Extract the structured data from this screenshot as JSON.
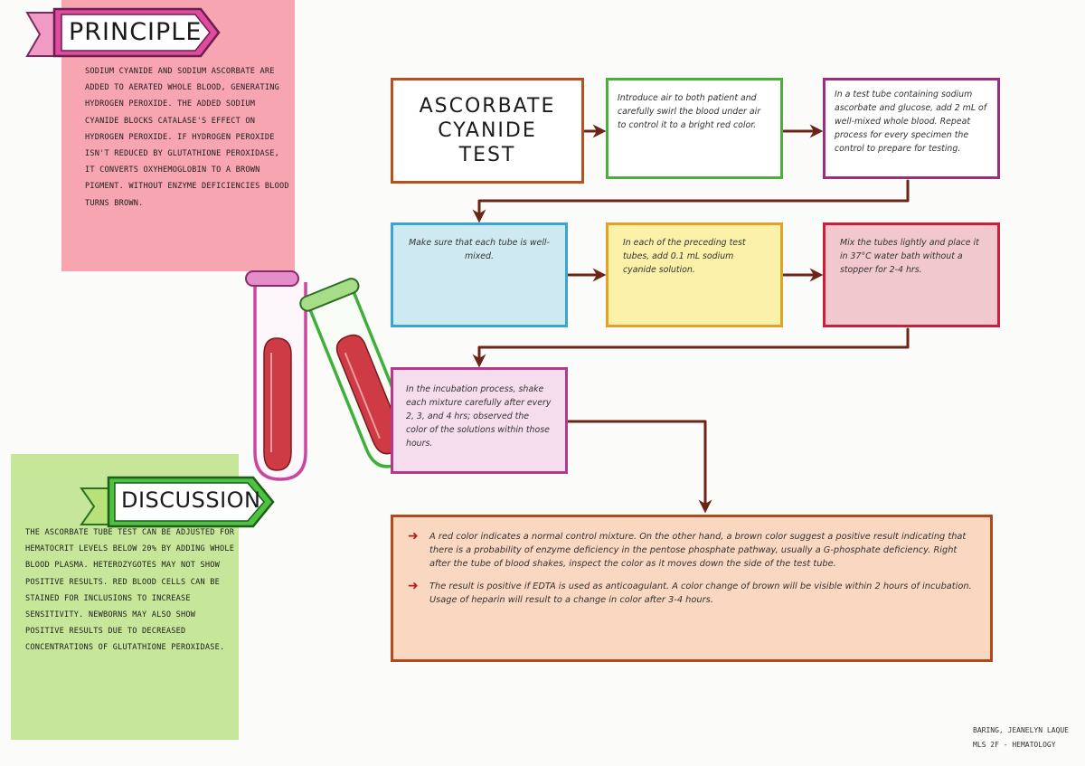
{
  "principle": {
    "title": "PRINCIPLE",
    "text": "Sodium cyanide and sodium ascorbate are added to aerated whole blood, generating hydrogen peroxide. The added sodium cyanide blocks catalase's effect on hydrogen peroxide. If hydrogen peroxide isn't reduced by glutathione peroxidase, it converts oxyhemoglobin to a brown pigment. Without enzyme deficiencies blood turns brown."
  },
  "discussion": {
    "title": "DISCUSSION",
    "text": "The ascorbate tube test can be adjusted for hematocrit levels below 20% by adding whole blood plasma. Heterozygotes may not show positive results. Red blood cells can be stained for inclusions to increase sensitivity. Newborns may also show positive results due to decreased concentrations of glutathione peroxidase."
  },
  "flow": {
    "title": "ASCORBATE CYANIDE TEST",
    "step1": "Introduce air to both patient and carefully swirl the blood under air to control it to a bright red color.",
    "step2": "In a test tube containing sodium ascorbate and glucose, add 2 mL of well-mixed whole blood. Repeat process for every specimen the control to prepare for testing.",
    "step3": "Make sure that each tube is well-mixed.",
    "step4": "In each of the preceding test tubes, add 0.1 mL sodium cyanide solution.",
    "step5": "Mix the tubes lightly and place it in 37°C water bath without a stopper for 2-4 hrs.",
    "step6": "In the incubation process, shake each mixture carefully after every 2, 3, and 4 hrs; observed the color of the solutions within those hours.",
    "result1": "A red color indicates a normal control mixture. On the other hand, a brown color suggest a positive result indicating that there is a probability of enzyme deficiency in the pentose phosphate pathway, usually a G-phosphate deficiency. Right after the tube of blood shakes, inspect the color as it moves down the side of the test tube.",
    "result2": "The result is positive if EDTA is used as anticoagulant. A color change of brown will be visible within 2 hours of incubation. Usage of heparin will result to a change in color after 3-4 hours."
  },
  "author": {
    "name": "Baring, Jeanelyn Laque",
    "course": "MLS 2F - Hematology"
  },
  "colors": {
    "principle_note": "#f7a5b1",
    "discussion_note": "#c6e79a",
    "arrow": "#6b2418",
    "tube_pink": "#c8489f",
    "tube_green": "#3fae3c",
    "blood": "#cf3b44"
  }
}
